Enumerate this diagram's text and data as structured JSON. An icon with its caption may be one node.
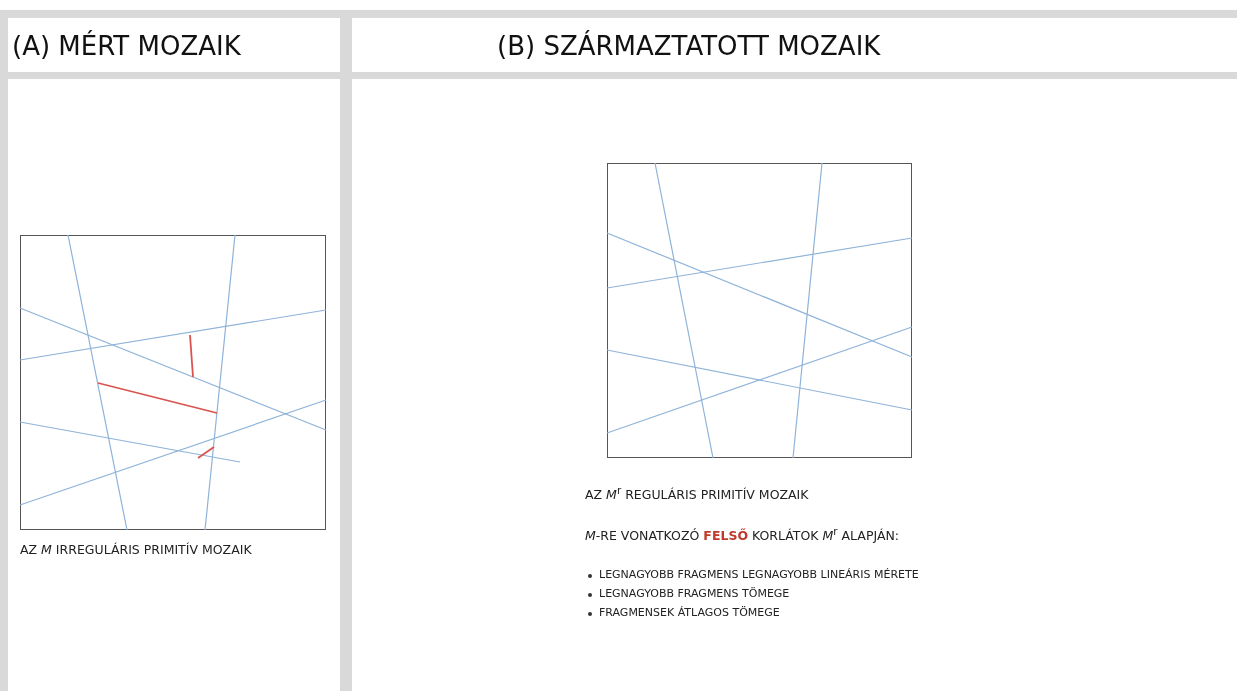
{
  "diagram": {
    "nodes": [
      {
        "text": [
          "(A) MÉRT MOZAIK"
        ]
      },
      {
        "text": [
          "(B) SZÁRMAZTATOTT MOZAIK"
        ]
      }
    ],
    "labels": [
      "AZ *M* IRREGULÁRIS PRIMITÍV MOZAIK",
      "AZ *M*$^{r}$ REGULÁRIS PRIMITÍV MOZAIK",
      "*M*-RE VONATKOZÓ **FELSŐ** KORLÁTOK *M*$^{r}$  ALAPJÁN:",
      "LEGNAGYOBB FRAGMENS LEGNAGYOBB LINEÁRIS MÉRETE",
      "LEGNAGYOBB FRAGMENS TÖMEGE",
      "FRAGMENSEK ÁTLAGOS TÖMEGE"
    ]
  }
}
